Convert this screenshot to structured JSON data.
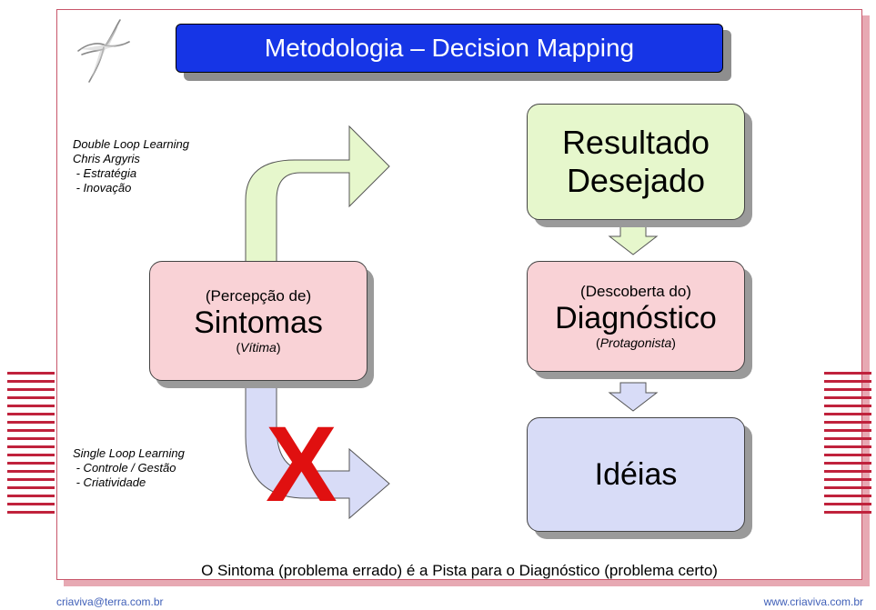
{
  "title": "Metodologia – Decision Mapping",
  "double_loop": {
    "lines": [
      "Double Loop Learning",
      "Chris Argyris",
      " - Estratégia",
      " - Inovação"
    ]
  },
  "single_loop": {
    "lines": [
      "Single Loop Learning",
      " - Controle / Gestão",
      " - Criatividade"
    ]
  },
  "sintomas": {
    "pre": "(Percepção de)",
    "main": "Sintomas",
    "sub_open": "(",
    "sub": "Vítima",
    "sub_close": ")"
  },
  "resultado": {
    "line1": "Resultado",
    "line2": "Desejado"
  },
  "diagnostico": {
    "pre": "(Descoberta do)",
    "main": "Diagnóstico",
    "sub_open": "(",
    "sub": "Protagonista",
    "sub_close": ")"
  },
  "ideias": {
    "main": "Idéias"
  },
  "cross_mark": "X",
  "caption": "O Sintoma (problema errado) é a Pista para o Diagnóstico (problema certo)",
  "footer": {
    "left": "criaviva@terra.com.br",
    "right": "www.criaviva.com.br"
  },
  "colors": {
    "title_bg": "#1635e6",
    "pink": "#f9d2d6",
    "green": "#e6f7cc",
    "blue": "#d8dcf7",
    "stripe": "#c0223c",
    "cross": "#e01010"
  }
}
